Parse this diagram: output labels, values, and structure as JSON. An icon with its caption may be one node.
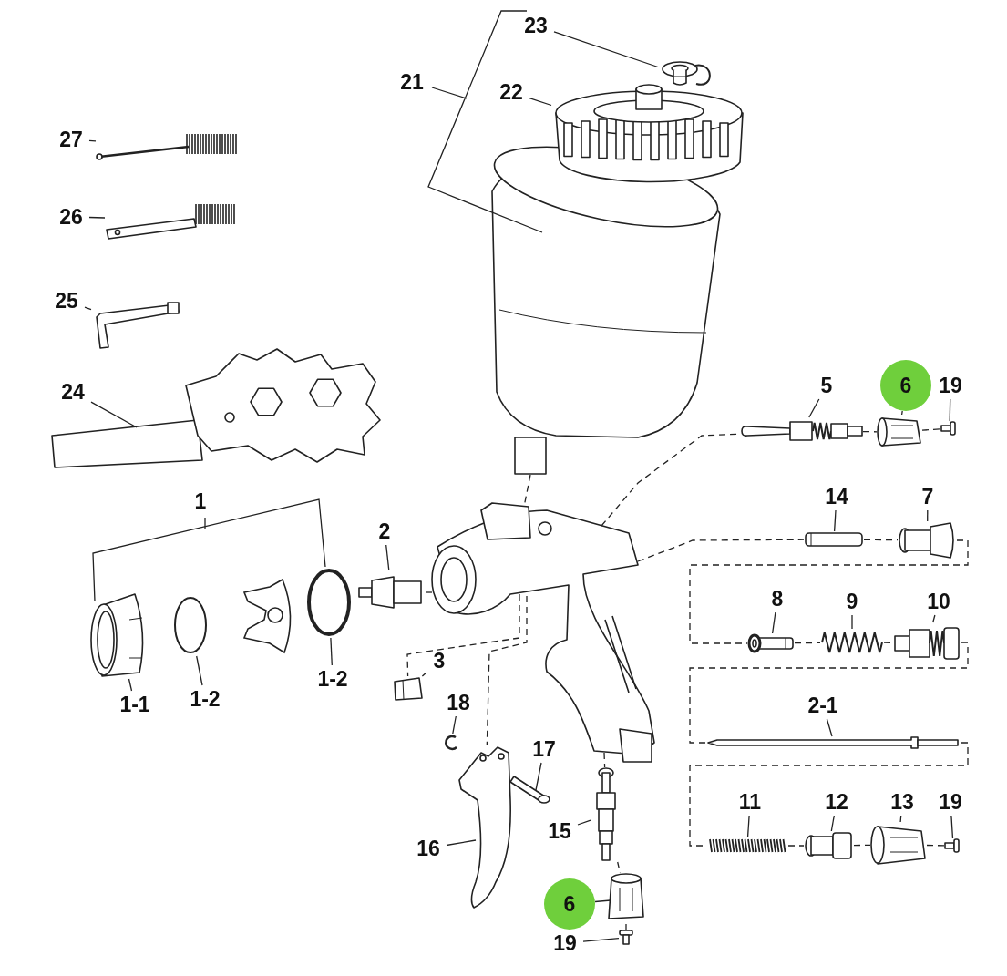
{
  "diagram": {
    "nodes": [
      {
        "text": [
          "23"
        ]
      },
      {
        "text": [],
        "shape": "picture"
      },
      {
        "text": [
          "22"
        ]
      },
      {
        "text": [],
        "shape": "picture"
      },
      {
        "text": [
          "27"
        ]
      },
      {
        "text": [],
        "shape": "picture"
      },
      {
        "text": [
          "26"
        ]
      },
      {
        "text": [],
        "shape": "picture"
      },
      {
        "text": [
          "25"
        ]
      },
      {
        "text": [],
        "shape": "picture"
      },
      {
        "text": [
          "24"
        ]
      },
      {
        "text": [],
        "shape": "picture"
      },
      {
        "text": [
          "5"
        ]
      },
      {
        "text": [],
        "shape": "picture"
      },
      {
        "text": [
          "6"
        ]
      },
      {
        "text": [],
        "shape": "picture"
      },
      {
        "text": [
          "19"
        ]
      },
      {
        "text": [],
        "shape": "picture"
      },
      {
        "text": [
          "14"
        ]
      },
      {
        "text": [],
        "shape": "picture"
      },
      {
        "text": [
          "7"
        ]
      },
      {
        "text": [],
        "shape": "picture"
      },
      {
        "text": [
          "2"
        ]
      },
      {
        "text": [],
        "shape": "picture"
      },
      {
        "text": [
          "8"
        ]
      },
      {
        "text": [],
        "shape": "picture"
      },
      {
        "text": [
          "9"
        ]
      },
      {
        "text": [],
        "shape": "picture"
      },
      {
        "text": [
          "10"
        ]
      },
      {
        "text": [],
        "shape": "picture"
      },
      {
        "text": [
          "3"
        ]
      },
      {
        "text": [],
        "shape": "picture"
      },
      {
        "text": [
          "1-1"
        ]
      },
      {
        "text": [],
        "shape": "picture"
      },
      {
        "text": [
          "1-2"
        ]
      },
      {
        "text": [],
        "shape": "circle"
      },
      {
        "text": [
          "1-2"
        ]
      },
      {
        "text": [],
        "shape": "circle"
      },
      {
        "text": [
          "2-1"
        ]
      },
      {
        "text": [],
        "shape": "picture"
      },
      {
        "text": [
          "18"
        ]
      },
      {
        "text": [],
        "shape": "picture"
      },
      {
        "text": [
          "17"
        ]
      },
      {
        "text": [],
        "shape": "picture"
      },
      {
        "text": [
          "11"
        ]
      },
      {
        "text": [],
        "shape": "picture"
      },
      {
        "text": [
          "12"
        ]
      },
      {
        "text": [],
        "shape": "picture"
      },
      {
        "text": [
          "13"
        ]
      },
      {
        "text": [],
        "shape": "picture"
      },
      {
        "text": [
          "19"
        ]
      },
      {
        "text": [],
        "shape": "picture"
      },
      {
        "text": [
          "15"
        ]
      },
      {
        "text": [],
        "shape": "picture"
      },
      {
        "text": [
          "16"
        ]
      },
      {
        "text": [],
        "shape": "picture"
      },
      {
        "text": [
          "6"
        ]
      },
      {
        "text": [],
        "shape": "picture"
      },
      {
        "text": [
          "19"
        ]
      },
      {
        "text": [],
        "shape": "picture"
      },
      {
        "text": [],
        "shape": "picture"
      },
      {
        "text": [],
        "shape": "picture"
      }
    ],
    "edges": [
      {
        "from": 0,
        "to": 1,
        "arrow": "none"
      },
      {
        "from": 2,
        "to": 3,
        "arrow": "none"
      },
      {
        "from": 4,
        "to": 5,
        "arrow": "none"
      },
      {
        "from": 6,
        "to": 7,
        "arrow": "none"
      },
      {
        "from": 8,
        "to": 9,
        "arrow": "none"
      },
      {
        "from": 10,
        "to": 11,
        "arrow": "none"
      },
      {
        "from": 12,
        "to": 13,
        "arrow": "none"
      },
      {
        "from": 14,
        "to": 15,
        "arrow": "none"
      },
      {
        "from": 16,
        "to": 17,
        "arrow": "none"
      },
      {
        "from": 18,
        "to": 19,
        "arrow": "none"
      },
      {
        "from": 20,
        "to": 21,
        "arrow": "none"
      },
      {
        "from": 22,
        "to": 23,
        "arrow": "none"
      },
      {
        "from": 24,
        "to": 25,
        "arrow": "none"
      },
      {
        "from": 26,
        "to": 27,
        "arrow": "none"
      },
      {
        "from": 28,
        "to": 29,
        "arrow": "none"
      },
      {
        "from": 30,
        "to": 31,
        "arrow": "none"
      },
      {
        "from": 32,
        "to": 33,
        "arrow": "none"
      },
      {
        "from": 34,
        "to": 35,
        "arrow": "none"
      },
      {
        "from": 36,
        "to": 37,
        "arrow": "none"
      },
      {
        "from": 38,
        "to": 39,
        "arrow": "none"
      },
      {
        "from": 40,
        "to": 41,
        "arrow": "none"
      },
      {
        "from": 42,
        "to": 43,
        "arrow": "none"
      },
      {
        "from": 44,
        "to": 45,
        "arrow": "none"
      },
      {
        "from": 46,
        "to": 47,
        "arrow": "none"
      },
      {
        "from": 48,
        "to": 49,
        "arrow": "none"
      },
      {
        "from": 50,
        "to": 51,
        "arrow": "none"
      },
      {
        "from": 52,
        "to": 53,
        "arrow": "none"
      },
      {
        "from": 54,
        "to": 55,
        "arrow": "none"
      },
      {
        "from": 56,
        "to": 57,
        "arrow": "none"
      },
      {
        "from": 58,
        "to": 59,
        "arrow": "none"
      },
      {
        "from": 60,
        "to": 61,
        "arrow": "none",
        "style": "dashed"
      },
      {
        "from": 61,
        "to": 23,
        "arrow": "none",
        "style": "dashed"
      },
      {
        "from": 61,
        "to": 13,
        "arrow": "none",
        "style": "dashed"
      },
      {
        "from": 13,
        "to": 15,
        "arrow": "none",
        "style": "dashed"
      },
      {
        "from": 15,
        "to": 17,
        "arrow": "none",
        "style": "dashed"
      },
      {
        "from": 61,
        "to": 19,
        "arrow": "none",
        "style": "dashed"
      },
      {
        "from": 19,
        "to": 21,
        "arrow": "none",
        "style": "dashed"
      },
      {
        "from": 21,
        "to": 25,
        "arrow": "none",
        "style": "dashed"
      },
      {
        "from": 25,
        "to": 27,
        "arrow": "none",
        "style": "dashed"
      },
      {
        "from": 27,
        "to": 29,
        "arrow": "none",
        "style": "dashed"
      },
      {
        "from": 29,
        "to": 39,
        "arrow": "none",
        "style": "dashed"
      },
      {
        "from": 39,
        "to": 45,
        "arrow": "none",
        "style": "dashed"
      },
      {
        "from": 45,
        "to": 47,
        "arrow": "none",
        "style": "dashed"
      },
      {
        "from": 47,
        "to": 49,
        "arrow": "none",
        "style": "dashed"
      },
      {
        "from": 49,
        "to": 51,
        "arrow": "none",
        "style": "dashed"
      },
      {
        "from": 61,
        "to": 31,
        "arrow": "none",
        "style": "dashed"
      },
      {
        "from": 61,
        "to": 55,
        "arrow": "none",
        "style": "dashed"
      },
      {
        "from": 61,
        "to": 53,
        "arrow": "none",
        "style": "dashed"
      },
      {
        "from": 53,
        "to": 57,
        "arrow": "none",
        "style": "dashed"
      },
      {
        "from": 57,
        "to": 59,
        "arrow": "none",
        "style": "dashed"
      }
    ],
    "labels": [
      "21",
      "1"
    ]
  }
}
